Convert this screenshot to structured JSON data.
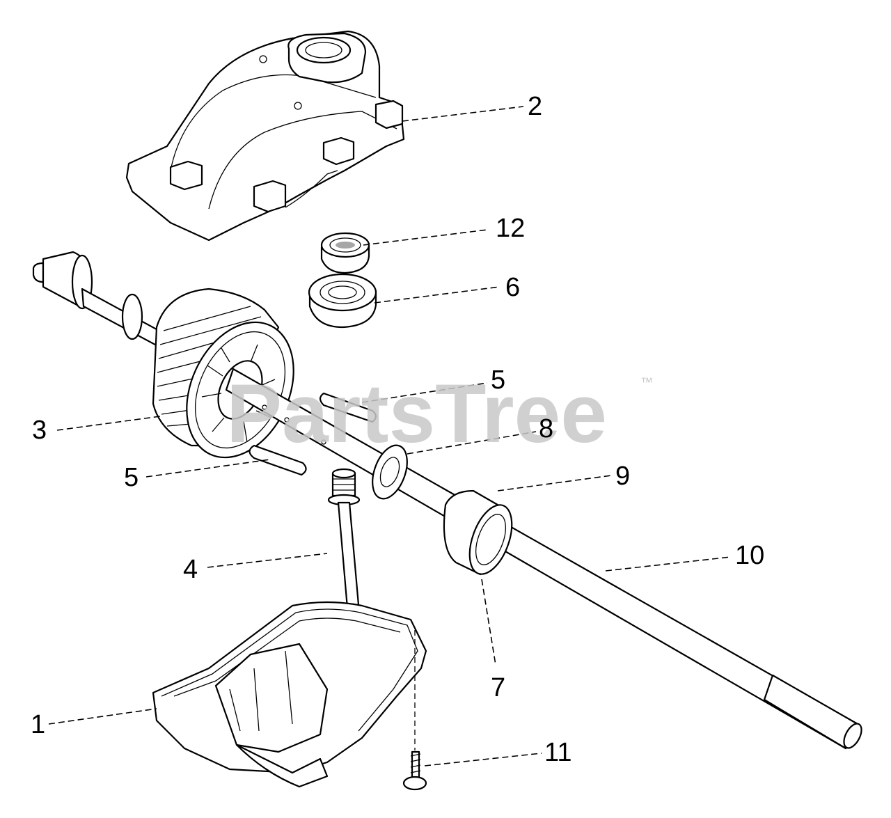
{
  "watermark": {
    "text": "PartsTree",
    "trademark": "™"
  },
  "callouts": [
    {
      "id": "2",
      "label": "2"
    },
    {
      "id": "12",
      "label": "12"
    },
    {
      "id": "6",
      "label": "6"
    },
    {
      "id": "5a",
      "label": "5"
    },
    {
      "id": "3",
      "label": "3"
    },
    {
      "id": "8",
      "label": "8"
    },
    {
      "id": "5b",
      "label": "5"
    },
    {
      "id": "9",
      "label": "9"
    },
    {
      "id": "4",
      "label": "4"
    },
    {
      "id": "10",
      "label": "10"
    },
    {
      "id": "7",
      "label": "7"
    },
    {
      "id": "1",
      "label": "1"
    },
    {
      "id": "11",
      "label": "11"
    }
  ]
}
